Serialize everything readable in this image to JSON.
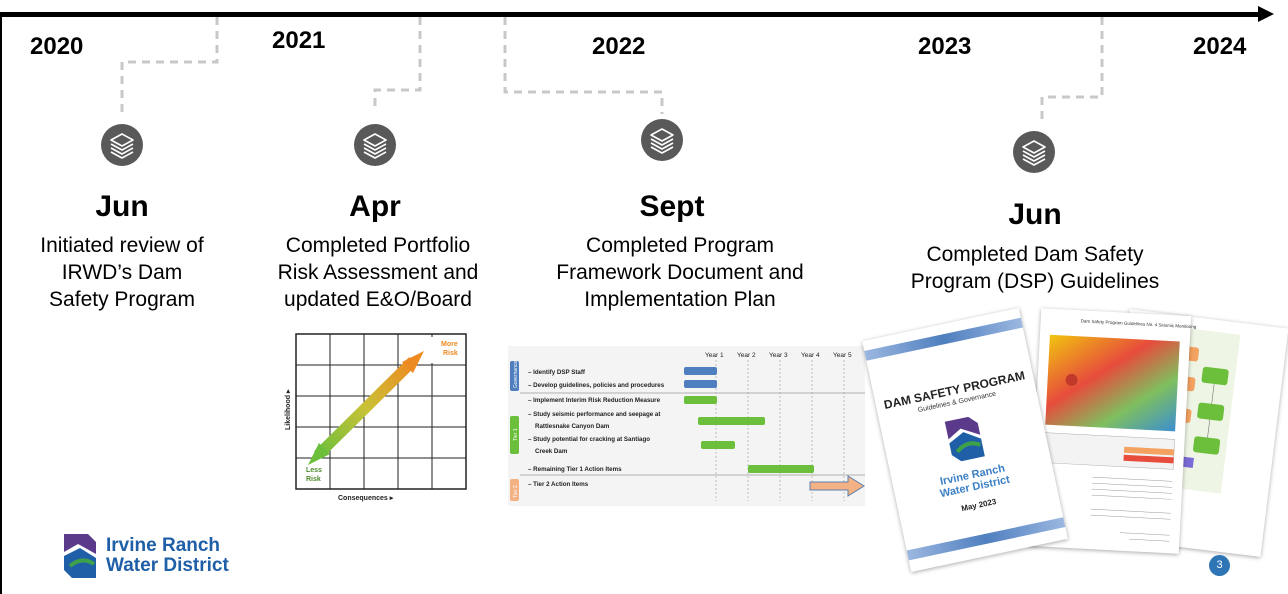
{
  "timeline": {
    "years": [
      "2020",
      "2021",
      "2022",
      "2023",
      "2024"
    ]
  },
  "milestones": [
    {
      "month": "Jun",
      "description_lines": [
        "Initiated review of",
        "IRWD’s Dam",
        "Safety Program"
      ],
      "icon": "layers-icon"
    },
    {
      "month": "Apr",
      "description_lines": [
        "Completed Portfolio",
        "Risk Assessment and",
        "updated E&O/Board"
      ],
      "icon": "layers-icon"
    },
    {
      "month": "Sept",
      "description_lines": [
        "Completed Program",
        "Framework Document and",
        "Implementation Plan"
      ],
      "icon": "layers-icon"
    },
    {
      "month": "Jun",
      "description_lines": [
        "Completed Dam Safety",
        "Program (DSP) Guidelines"
      ],
      "icon": "layers-icon"
    }
  ],
  "risk_matrix": {
    "top_label_1": "More",
    "top_label_2": "Risk",
    "bottom_label_1": "Less",
    "bottom_label_2": "Risk",
    "y_axis_label": "Likelihood ▸",
    "x_axis_label": "Consequences ▸"
  },
  "gantt": {
    "years": [
      "Year 1",
      "Year 2",
      "Year 3",
      "Year 4",
      "Year 5"
    ],
    "groups": [
      "Governance",
      "Tier 1",
      "Tier 2"
    ],
    "tasks": [
      "– Identify DSP Staff",
      "– Develop guidelines, policies and procedures",
      "– Implement Interim Risk Reduction Measure",
      "– Study seismic performance and seepage at",
      "Rattlesnake Canyon Dam",
      "– Study potential for cracking at Santiago",
      "Creek Dam",
      "– Remaining Tier 1 Action Items",
      "– Tier 2 Action Items"
    ]
  },
  "guidelines_doc": {
    "title": "DAM SAFETY PROGRAM",
    "subtitle": "Guidelines & Governance",
    "org_line_1": "Irvine Ranch",
    "org_line_2": "Water District",
    "date": "May 2023",
    "map_page_title": "Dam Safety Program Guidelines No. 4 Seismic Monitoring"
  },
  "logo": {
    "line_1": "Irvine Ranch",
    "line_2": "Water District"
  },
  "page_number": "3",
  "colors": {
    "icon_gray": "#595959",
    "dashed_connector": "#c8c8c8",
    "gantt_blue": "#4f7fbf",
    "gantt_green": "#6bbf3b",
    "gantt_orange": "#f4b183",
    "logo_blue": "#1f5fa8",
    "logo_green": "#3da14a",
    "logo_purple": "#5b3a8c",
    "page_badge": "#2e75b6"
  }
}
